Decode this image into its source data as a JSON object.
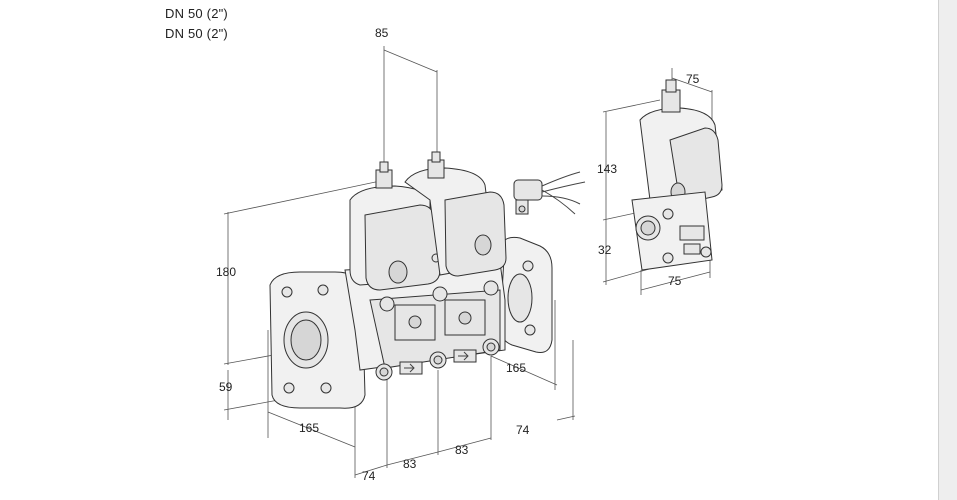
{
  "header": {
    "line1": "DN 50 (2\")",
    "line2": "DN 50 (2\")"
  },
  "dimensions": {
    "top_width": "85",
    "height_total": "180",
    "height_lower": "59",
    "flange_depth": "165",
    "base_left": "74",
    "spacing_a": "83",
    "spacing_b": "83",
    "right_offset": "74",
    "right_depth": "165",
    "side_top": "75",
    "side_height": "143",
    "side_lower": "32",
    "side_width": "75"
  },
  "colors": {
    "line": "#555555",
    "fill": "#f1f1f1",
    "frame": "#eeeeee"
  }
}
